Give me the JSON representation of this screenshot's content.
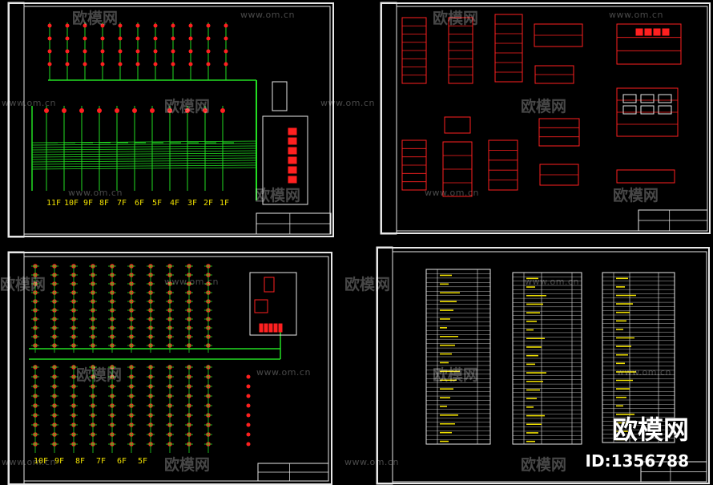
{
  "watermark": {
    "logo_text": "欧模网",
    "url_text": "www.om.cn"
  },
  "sheet_top_left": {
    "floor_labels": [
      "11F",
      "10F",
      "9F",
      "8F",
      "7F",
      "6F",
      "5F",
      "4F",
      "3F",
      "2F",
      "1F"
    ]
  },
  "sheet_bottom_left": {
    "floor_labels": [
      "10F",
      "9F",
      "8F",
      "7F",
      "6F",
      "5F"
    ]
  },
  "brand": {
    "logo_text": "欧模网",
    "id_text": "ID:1356788"
  },
  "colors": {
    "frame": "#e8e8e8",
    "wire": "#22dd22",
    "device": "#ff2020",
    "text": "#f0e000",
    "cabinet": "#cc1010"
  }
}
